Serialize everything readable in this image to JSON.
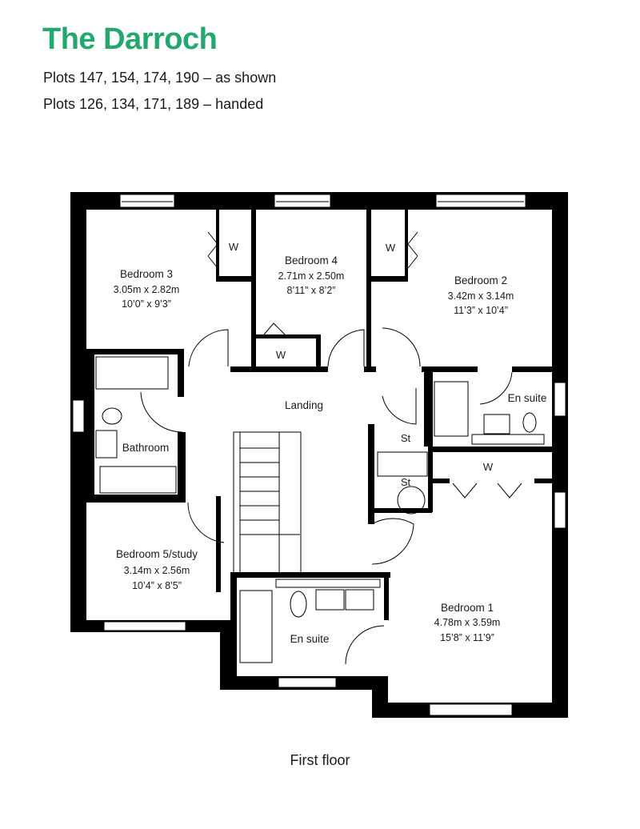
{
  "header": {
    "title": "The Darroch",
    "plots_as_shown": "Plots 147, 154, 174, 190 – as shown",
    "plots_handed": "Plots 126, 134, 171, 189 – handed"
  },
  "rooms": {
    "bedroom3": {
      "name": "Bedroom 3",
      "metric": "3.05m x 2.82m",
      "imperial": "10’0” x 9’3”"
    },
    "bedroom4": {
      "name": "Bedroom 4",
      "metric": "2.71m x 2.50m",
      "imperial": "8’11” x 8’2”"
    },
    "bedroom2": {
      "name": "Bedroom 2",
      "metric": "3.42m x 3.14m",
      "imperial": "11’3” x 10’4”"
    },
    "bedroom5": {
      "name": "Bedroom 5/study",
      "metric": "3.14m x 2.56m",
      "imperial": "10’4” x 8’5”"
    },
    "bedroom1": {
      "name": "Bedroom 1",
      "metric": "4.78m x 3.59m",
      "imperial": "15’8” x 11’9”"
    },
    "landing": "Landing",
    "bathroom": "Bathroom",
    "ensuite2": "En suite",
    "ensuite1": "En suite",
    "wardrobe": "W",
    "store": "St"
  },
  "caption": "First floor",
  "colors": {
    "title": "#22a86c",
    "walls": "#000000"
  }
}
